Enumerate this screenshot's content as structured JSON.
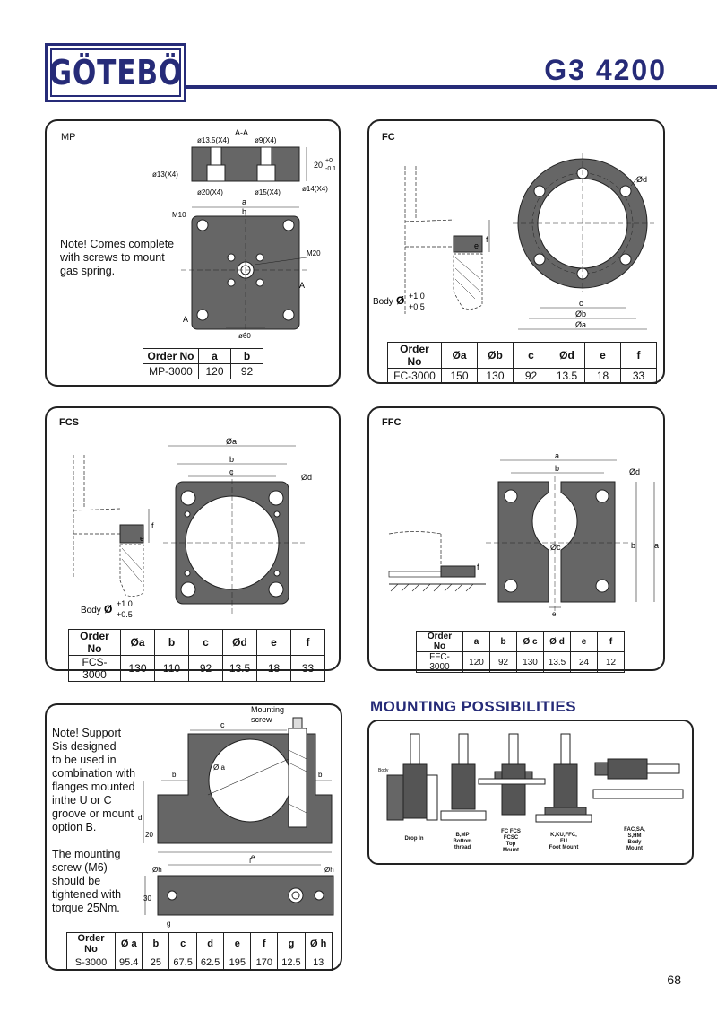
{
  "header": {
    "logo": "GÖTEBÖ",
    "title": "G3 4200"
  },
  "mp": {
    "label": "MP",
    "section_label": "A-A",
    "dims": {
      "d13_5": "ø13.5(X4)",
      "d9": "ø9(X4)",
      "d13": "ø13(X4)",
      "d20": "ø20(X4)",
      "d15": "ø15(X4)",
      "d14": "ø14(X4)",
      "h20": "20",
      "tol_plus": "+0",
      "tol_minus": "-0.1",
      "a": "a",
      "b": "b",
      "m10": "M10",
      "m20": "M20",
      "d60": "ø60",
      "A1": "A",
      "A2": "A"
    },
    "note": "Note! Comes complete\nwith screws to mount\ngas spring.",
    "table": {
      "headers": [
        "Order No",
        "a",
        "b"
      ],
      "rows": [
        [
          "MP-3000",
          "120",
          "92"
        ]
      ]
    }
  },
  "fc": {
    "label": "FC",
    "dims": {
      "d": "Ød",
      "c": "c",
      "b": "Øb",
      "a": "Øa",
      "e": "e",
      "f": "f",
      "body": "Body",
      "tol_plus": "+1.0",
      "tol_minus": "+0.5"
    },
    "table": {
      "headers": [
        "Order No",
        "Øa",
        "Øb",
        "c",
        "Ød",
        "e",
        "f"
      ],
      "rows": [
        [
          "FC-3000",
          "150",
          "130",
          "92",
          "13.5",
          "18",
          "33"
        ]
      ]
    }
  },
  "fcs": {
    "label": "FCS",
    "dims": {
      "a": "Øa",
      "b": "b",
      "c": "c",
      "d": "Ød",
      "e": "e",
      "f": "f",
      "body": "Body",
      "tol_plus": "+1.0",
      "tol_minus": "+0.5"
    },
    "table": {
      "headers": [
        "Order No",
        "Øa",
        "b",
        "c",
        "Ød",
        "e",
        "f"
      ],
      "rows": [
        [
          "FCS-3000",
          "130",
          "110",
          "92",
          "13.5",
          "18",
          "33"
        ]
      ]
    }
  },
  "ffc": {
    "label": "FFC",
    "dims": {
      "a": "a",
      "b": "b",
      "c": "Øc",
      "d": "Ød",
      "e": "e",
      "f": "f",
      "b_side": "b",
      "a_side": "a"
    },
    "table": {
      "headers": [
        "Order No",
        "a",
        "b",
        "Ø c",
        "Ø d",
        "e",
        "f"
      ],
      "rows": [
        [
          "FFC-3000",
          "120",
          "92",
          "130",
          "13.5",
          "24",
          "12"
        ]
      ]
    }
  },
  "s": {
    "note": "Note! Support\nSis designed\nto be used in\ncombination with\nflanges mounted\ninthe U or C\ngroove or mount\n option B.\n\nThe mounting\nscrew (M6)\nshould be\ntightened with\ntorque 25Nm.",
    "dims": {
      "mounting_screw": "Mounting\nscrew",
      "c": "c",
      "b1": "b",
      "b2": "b",
      "a": "Ø a",
      "d": "d",
      "h20": "20",
      "e": "e",
      "f": "f",
      "h1": "Øh",
      "h2": "Øh",
      "h30": "30",
      "g": "g"
    },
    "table": {
      "headers": [
        "Order No",
        "Ø a",
        "b",
        "c",
        "d",
        "e",
        "f",
        "g",
        "Ø h"
      ],
      "rows": [
        [
          "S-3000",
          "95.4",
          "25",
          "67.5",
          "62.5",
          "195",
          "170",
          "12.5",
          "13"
        ]
      ]
    }
  },
  "mounting": {
    "title": "MOUNTING POSSIBILITIES",
    "body_tol": "Body",
    "captions": [
      "Drop In",
      "B,MP\nBottom\nthread",
      "FC FCS\nFCSC\nTop\nMount",
      "K,KU,FFC,\nFU\nFoot Mount",
      "FAC,SA,\nS,HM\nBody\nMount"
    ]
  },
  "page_number": "68"
}
